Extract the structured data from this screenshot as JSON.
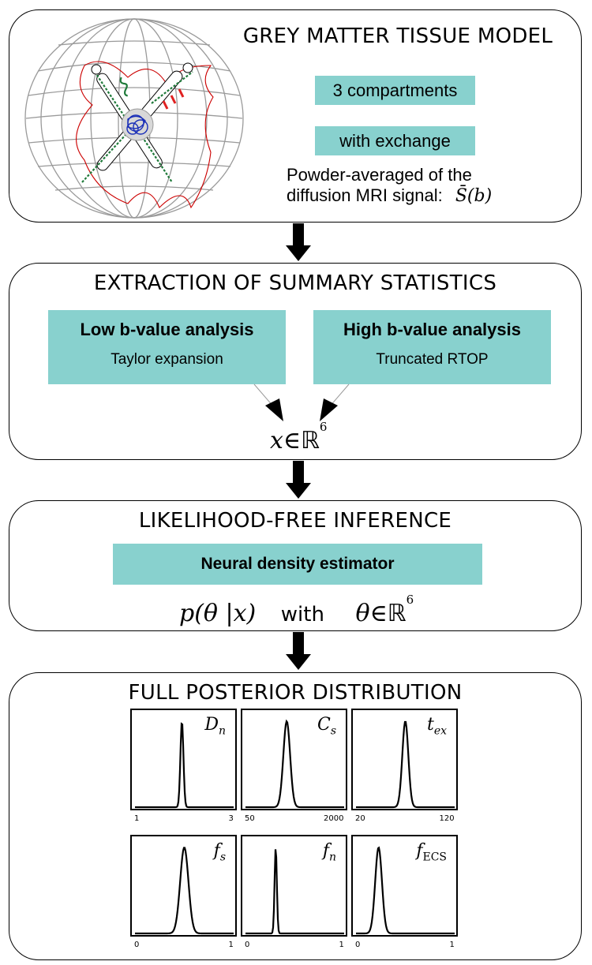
{
  "panel1": {
    "title": "GREY MATTER TISSUE MODEL",
    "box1": "3 compartments",
    "box2": "with exchange",
    "desc_line1": "Powder-averaged of the",
    "desc_line2": "diffusion MRI signal:",
    "signal_symbol": "S̄(b)"
  },
  "panel2": {
    "title": "EXTRACTION OF SUMMARY STATISTICS",
    "left_title": "Low b-value analysis",
    "left_sub": "Taylor expansion",
    "right_title": "High b-value analysis",
    "right_sub": "Truncated RTOP",
    "formula_var": "x∈",
    "formula_set": "ℝ",
    "formula_exp": "6"
  },
  "panel3": {
    "title": "LIKELIHOOD-FREE INFERENCE",
    "box": "Neural density estimator",
    "formula_left": "p(θ |x)",
    "formula_with": "with",
    "formula_right_var": "θ∈",
    "formula_right_set": "ℝ",
    "formula_right_exp": "6"
  },
  "panel4": {
    "title": "FULL POSTERIOR DISTRIBUTION",
    "plots": [
      {
        "label_main": "D",
        "label_sub": "n",
        "x_min": "1",
        "x_max": "3"
      },
      {
        "label_main": "C",
        "label_sub": "s",
        "x_min": "50",
        "x_max": "2000"
      },
      {
        "label_main": "t",
        "label_sub": "ex",
        "x_min": "20",
        "x_max": "120"
      },
      {
        "label_main": "f",
        "label_sub": "s",
        "x_min": "0",
        "x_max": "1"
      },
      {
        "label_main": "f",
        "label_sub": "n",
        "x_min": "0",
        "x_max": "1"
      },
      {
        "label_main": "f",
        "label_sub": "ECS",
        "x_min": "0",
        "x_max": "1"
      }
    ]
  },
  "chart_data": {
    "type": "line",
    "peaks": [
      {
        "panel": "Dn",
        "x_range": [
          1,
          3
        ],
        "peak_x": 1.95
      },
      {
        "panel": "Cs",
        "x_range": [
          50,
          2000
        ],
        "peak_x": 860
      },
      {
        "panel": "tex",
        "x_range": [
          20,
          120
        ],
        "peak_x": 70
      },
      {
        "panel": "fs",
        "x_range": [
          0,
          1
        ],
        "peak_x": 0.5
      },
      {
        "panel": "fn",
        "x_range": [
          0,
          1
        ],
        "peak_x": 0.3
      },
      {
        "panel": "fECS",
        "x_range": [
          0,
          1
        ],
        "peak_x": 0.22
      }
    ]
  },
  "colors": {
    "teal": "#88d1ce",
    "arrow": "#000000",
    "sphere": "#9a9a9a",
    "dendrite": "#1f7a3a",
    "soma": "#1a2fb8",
    "exchange_red": "#e02020",
    "fibre": "#cc0000"
  },
  "icons": [
    "sphere-illustration",
    "down-arrow-icon"
  ]
}
